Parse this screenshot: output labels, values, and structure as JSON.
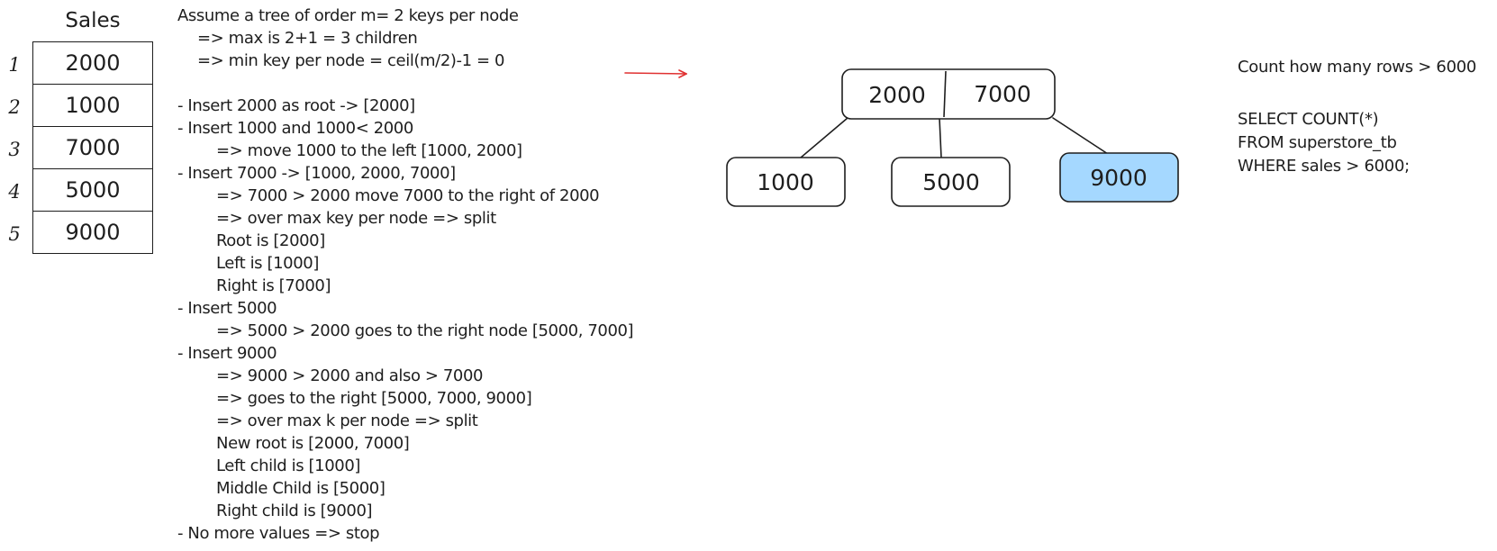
{
  "sales": {
    "title": "Sales",
    "rows": [
      {
        "index": "1",
        "value": "2000"
      },
      {
        "index": "2",
        "value": "1000"
      },
      {
        "index": "3",
        "value": "7000"
      },
      {
        "index": "4",
        "value": "5000"
      },
      {
        "index": "5",
        "value": "9000"
      }
    ]
  },
  "steps": {
    "intro": [
      "Assume a tree of order m= 2 keys per node",
      "=> max is 2+1 = 3 children",
      "=> min key per node = ceil(m/2)-1 = 0"
    ],
    "lines": [
      {
        "text": "- Insert 2000 as root -> [2000]",
        "level": 0
      },
      {
        "text": "- Insert 1000 and 1000< 2000",
        "level": 0
      },
      {
        "text": "=> move 1000 to the left [1000, 2000]",
        "level": 2
      },
      {
        "text": "- Insert 7000 -> [1000, 2000, 7000]",
        "level": 0
      },
      {
        "text": "=> 7000 > 2000 move 7000 to the right of 2000",
        "level": 2
      },
      {
        "text": "=> over max key per node => split",
        "level": 2
      },
      {
        "text": "Root is [2000]",
        "level": 2
      },
      {
        "text": "Left is [1000]",
        "level": 2
      },
      {
        "text": "Right is [7000]",
        "level": 2
      },
      {
        "text": "- Insert 5000",
        "level": 0
      },
      {
        "text": "=> 5000 > 2000 goes to the right node [5000, 7000]",
        "level": 2
      },
      {
        "text": "- Insert 9000",
        "level": 0
      },
      {
        "text": "=> 9000 > 2000 and also > 7000",
        "level": 2
      },
      {
        "text": "=> goes to the right [5000, 7000, 9000]",
        "level": 2
      },
      {
        "text": "=> over max k per node => split",
        "level": 2
      },
      {
        "text": "New root is [2000, 7000]",
        "level": 2
      },
      {
        "text": "Left child is [1000]",
        "level": 2
      },
      {
        "text": "Middle Child is [5000]",
        "level": 2
      },
      {
        "text": "Right child is [9000]",
        "level": 2
      },
      {
        "text": "- No more values => stop",
        "level": 0
      }
    ]
  },
  "tree": {
    "root_keys": [
      "2000",
      "7000"
    ],
    "children": [
      {
        "label": "1000",
        "highlighted": false
      },
      {
        "label": "5000",
        "highlighted": false
      },
      {
        "label": "9000",
        "highlighted": true
      }
    ]
  },
  "query": {
    "question": "Count how many rows > 6000",
    "sql": [
      "SELECT COUNT(*)",
      "FROM superstore_tb",
      "WHERE sales > 6000;"
    ]
  },
  "colors": {
    "stroke": "#1e1e1e",
    "highlight_fill": "#a5d8ff",
    "arrow": "#e03131",
    "background": "#ffffff"
  }
}
